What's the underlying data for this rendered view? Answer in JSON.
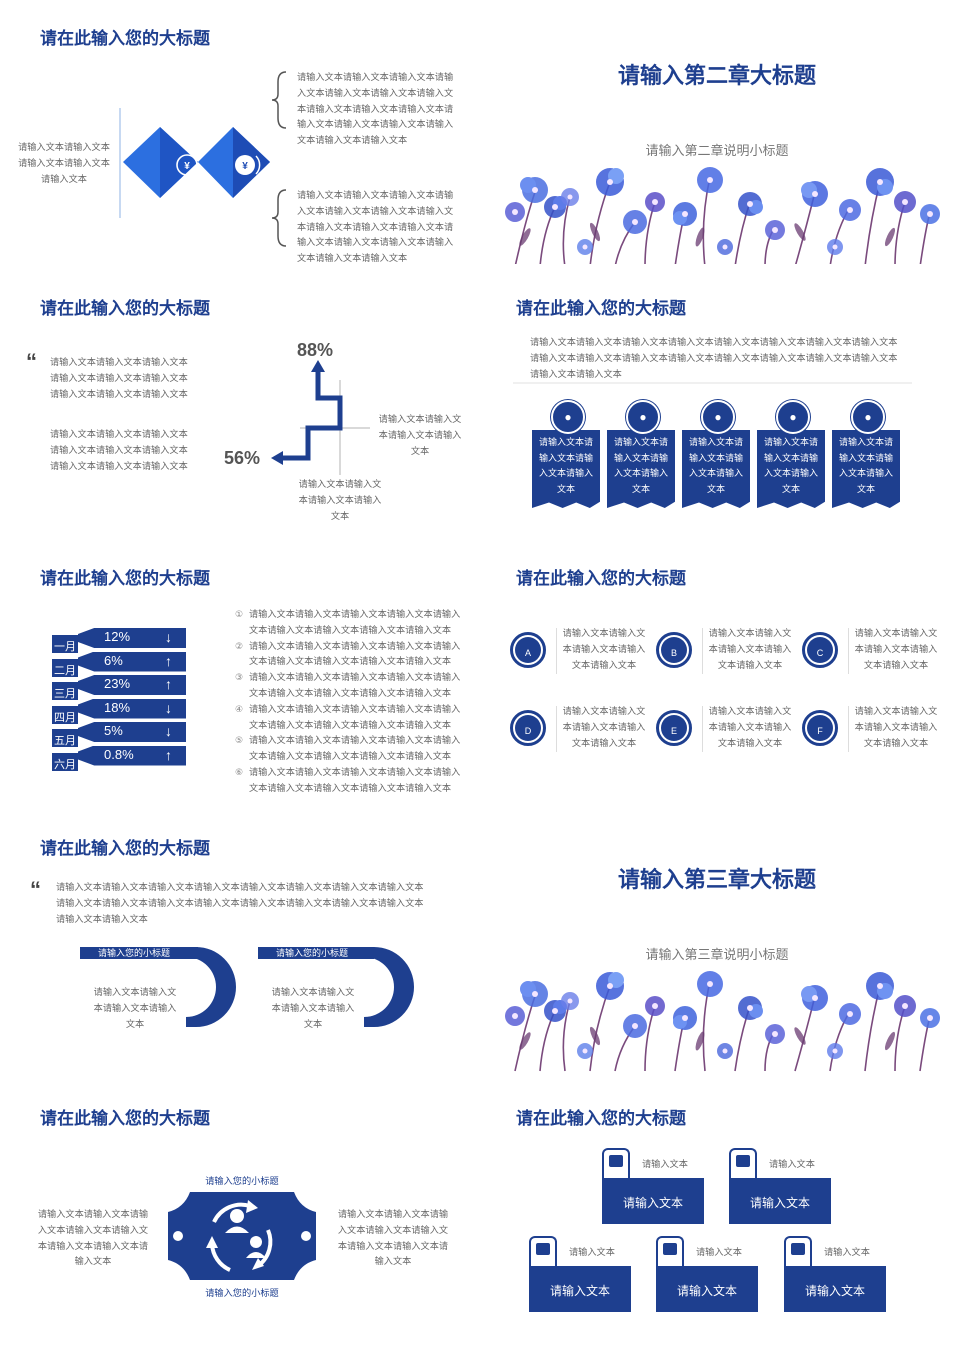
{
  "common": {
    "title": "请在此输入您的大标题",
    "short_text": "请输入文本请输入文本请输入文本请输入文本",
    "para3": "请输入文本请输入文本请输入文本请输入文本请输入文本请输入文本请输入文本请输入文本请输入文本请输入文本请输入文本请输入文本请输入文本请输入文本请输入文本",
    "para_mid": "请输入文本请输入文本请输入文本请输入文本请输入文本请输入文本请输入文本请输入文本请输入文本请输入文本请输入文本请输入文本请输入文本请输入文本请输入文本请输入文本",
    "cell_text": "请输入文本请输入文本请输入文本请输入文本",
    "subtitle_label": "请输入您的小标题",
    "input_text": "请输入文本"
  },
  "slide1": {
    "title": "请在此输入您的大标题",
    "left_text": "请输入文本请输入文本请输入文本请输入文本请输入文本",
    "top_text": "请输入文本请输入文本请输入文本请输入文本请输入文本请输入文本请输入文本请输入文本请输入文本请输入文本请输入文本请输入文本请输入文本请输入文本请输入文本请输入文本",
    "bottom_text": "请输入文本请输入文本请输入文本请输入文本请输入文本请输入文本请输入文本请输入文本请输入文本请输入文本请输入文本请输入文本请输入文本请输入文本请输入文本请输入文本",
    "icon_left": "yuan-globe-icon",
    "icon_right": "yuan-coin-icon"
  },
  "slide2": {
    "title": "请输入第二章大标题",
    "subtitle": "请输入第二章说明小标题"
  },
  "slide3": {
    "title": "请在此输入您的大标题",
    "quote_top": "请输入文本请输入文本请输入文本请输入文本请输入文本请输入文本请输入文本请输入文本请输入文本",
    "quote_bottom": "请输入文本请输入文本请输入文本请输入文本请输入文本请输入文本请输入文本请输入文本请输入文本",
    "value_top": "88%",
    "value_left": "56%",
    "right_text": "请输入文本请输入文本请输入文本请输入文本",
    "bottom_text": "请输入文本请输入文本请输入文本请输入文本"
  },
  "slide4": {
    "title": "请在此输入您的大标题",
    "intro": "请输入文本请输入文本请输入文本请输入文本请输入文本请输入文本请输入文本请输入文本请输入文本请输入文本请输入文本请输入文本请输入文本请输入文本请输入文本请输入文本请输入文本请输入文本",
    "cards": [
      {
        "icon": "headphones-icon",
        "text": "请输入文本请输入文本请输入文本请输入文本"
      },
      {
        "icon": "video-camera-icon",
        "text": "请输入文本请输入文本请输入文本请输入文本"
      },
      {
        "icon": "camera-icon",
        "text": "请输入文本请输入文本请输入文本请输入文本"
      },
      {
        "icon": "microphone-icon",
        "text": "请输入文本请输入文本请输入文本请输入文本"
      },
      {
        "icon": "monitor-icon",
        "text": "请输入文本请输入文本请输入文本请输入文本"
      }
    ]
  },
  "slide5": {
    "title": "请在此输入您的大标题",
    "rows": [
      {
        "month": "一月",
        "value": "12%",
        "dir": "down"
      },
      {
        "month": "二月",
        "value": "6%",
        "dir": "up"
      },
      {
        "month": "三月",
        "value": "23%",
        "dir": "up"
      },
      {
        "month": "四月",
        "value": "18%",
        "dir": "down"
      },
      {
        "month": "五月",
        "value": "5%",
        "dir": "down"
      },
      {
        "month": "六月",
        "value": "0.8%",
        "dir": "up"
      }
    ],
    "list": [
      {
        "num": "①",
        "l1": "请输入文本请输入文本请输入文本请输入文本请输入",
        "l2": "文本请输入文本请输入文本请输入文本请输入文本"
      },
      {
        "num": "②",
        "l1": "请输入文本请输入文本请输入文本请输入文本请输入",
        "l2": "文本请输入文本请输入文本请输入文本请输入文本"
      },
      {
        "num": "③",
        "l1": "请输入文本请输入文本请输入文本请输入文本请输入",
        "l2": "文本请输入文本请输入文本请输入文本请输入文本"
      },
      {
        "num": "④",
        "l1": "请输入文本请输入文本请输入文本请输入文本请输入",
        "l2": "文本请输入文本请输入文本请输入文本请输入文本"
      },
      {
        "num": "⑤",
        "l1": "请输入文本请输入文本请输入文本请输入文本请输入",
        "l2": "文本请输入文本请输入文本请输入文本请输入文本"
      },
      {
        "num": "⑥",
        "l1": "请输入文本请输入文本请输入文本请输入文本请输入",
        "l2": "文本请输入文本请输入文本请输入文本请输入文本"
      }
    ]
  },
  "slide6": {
    "title": "请在此输入您的大标题",
    "items": [
      {
        "letter": "A",
        "icon": "grid-icon",
        "text": "请输入文本请输入文本请输入文本请输入文本请输入文本"
      },
      {
        "letter": "B",
        "icon": "person-podium-icon",
        "text": "请输入文本请输入文本请输入文本请输入文本请输入文本"
      },
      {
        "letter": "C",
        "icon": "chat-bubble-icon",
        "text": "请输入文本请输入文本请输入文本请输入文本请输入文本"
      },
      {
        "letter": "D",
        "icon": "team-icon",
        "text": "请输入文本请输入文本请输入文本请输入文本请输入文本"
      },
      {
        "letter": "E",
        "icon": "handshake-icon",
        "text": "请输入文本请输入文本请输入文本请输入文本请输入文本"
      },
      {
        "letter": "F",
        "icon": "money-bag-icon",
        "text": "请输入文本请输入文本请输入文本请输入文本请输入文本"
      }
    ]
  },
  "slide7": {
    "title": "请在此输入您的大标题",
    "intro": "请输入文本请输入文本请输入文本请输入文本请输入文本请输入文本请输入文本请输入文本请输入文本请输入文本请输入文本请输入文本请输入文本请输入文本请输入文本请输入文本请输入文本请输入文本",
    "blocks": [
      {
        "label": "请输入您的小标题",
        "text": "请输入文本请输入文本请输入文本请输入文本"
      },
      {
        "label": "请输入您的小标题",
        "text": "请输入文本请输入文本请输入文本请输入文本"
      }
    ]
  },
  "slide8": {
    "title": "请输入第三章大标题",
    "subtitle": "请输入第三章说明小标题"
  },
  "slide9": {
    "title": "请在此输入您的大标题",
    "label_top": "请输入您的小标题",
    "label_bottom": "请输入您的小标题",
    "left_text": "请输入文本请输入文本请输入文本请输入文本请输入文本请输入文本请输入文本请输入文本",
    "right_text": "请输入文本请输入文本请输入文本请输入文本请输入文本请输入文本请输入文本请输入文本"
  },
  "slide10": {
    "title": "请在此输入您的大标题",
    "boxes": [
      {
        "tab": "请输入文本",
        "body": "请输入文本",
        "icon": "presenter-icon"
      },
      {
        "tab": "请输入文本",
        "body": "请输入文本",
        "icon": "group-icon"
      },
      {
        "tab": "请输入文本",
        "body": "请输入文本",
        "icon": "meeting-icon"
      },
      {
        "tab": "请输入文本",
        "body": "请输入文本",
        "icon": "people-icon"
      },
      {
        "tab": "请输入文本",
        "body": "请输入文本",
        "icon": "crowd-icon"
      }
    ]
  },
  "colors": {
    "primary": "#1e3f8f",
    "accent": "#2b7de9",
    "text": "#666666"
  }
}
